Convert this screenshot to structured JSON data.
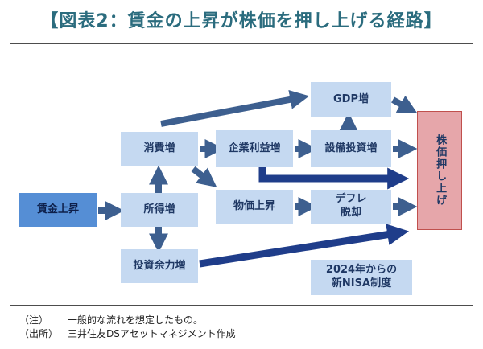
{
  "title": "【図表2：賃金の上昇が株価を押し上げる経路】",
  "nodes": {
    "wage_up": "賃金上昇",
    "income_up": "所得増",
    "consumption_up": "消費増",
    "investment_surplus": "投資余力増",
    "profit_up": "企業利益増",
    "capex_up": "設備投資増",
    "gdp_up": "GDP増",
    "price_up": "物価上昇",
    "deflation_exit": "デフレ脱却",
    "stock_push": "株価押し上げ",
    "new_nisa": "2024年からの新NISA制度"
  },
  "notes": [
    {
      "key": "（注）",
      "text": "一般的な流れを想定したもの。"
    },
    {
      "key": "（出所）",
      "text": "三井住友DSアセットマネジメント作成"
    }
  ],
  "colors": {
    "title": "#2b6c7e",
    "box_light": "#c5d9f1",
    "box_dark": "#558ed5",
    "target": "#e6a6aa",
    "arrow": "#3d5f8f",
    "arrow_bold": "#1f3d8a"
  }
}
